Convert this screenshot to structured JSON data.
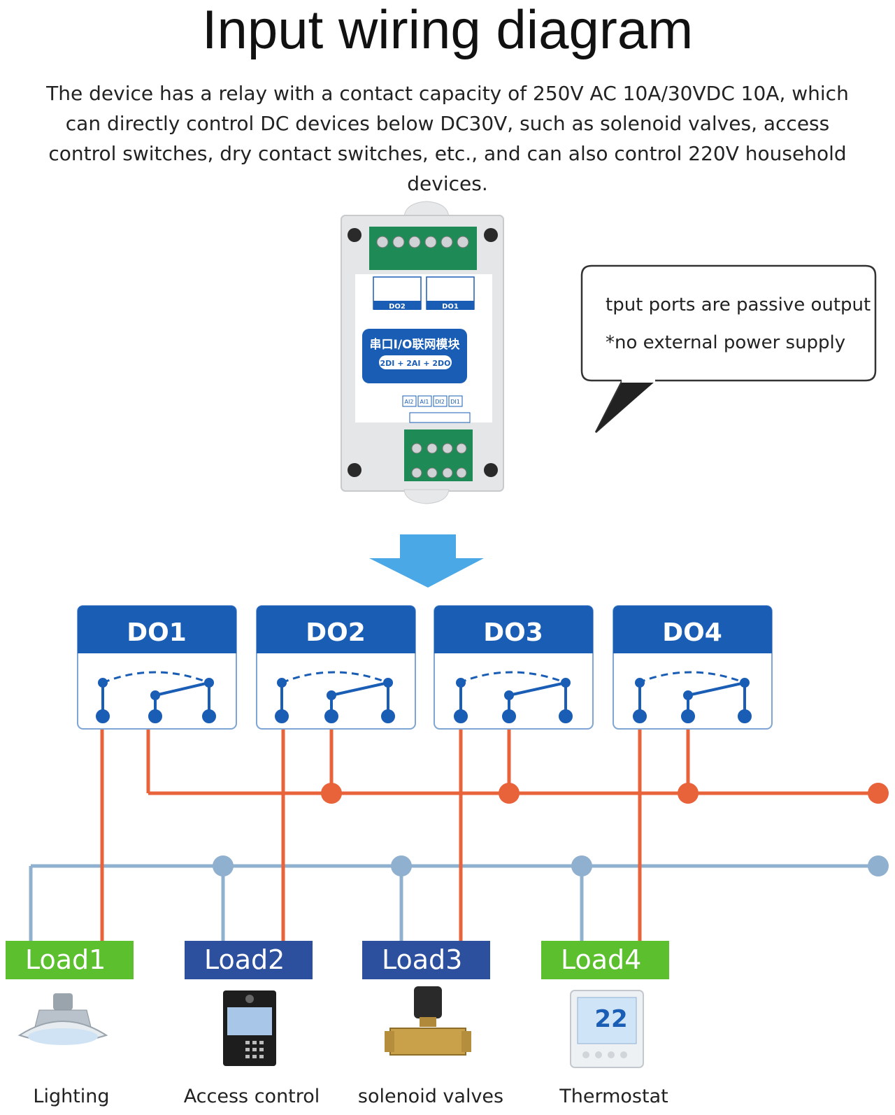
{
  "title": "Input wiring diagram",
  "description": "The device has a relay with a contact capacity of 250V AC 10A/30VDC 10A, which can directly control DC devices below DC30V, such as solenoid valves, access control switches, dry contact switches, etc., and can also control 220V household devices.",
  "module": {
    "name_cn": "串口I/O联网模块",
    "spec": "2DI + 2AI + 2DO",
    "relay_labels": [
      "DO2",
      "DO1"
    ],
    "port_labels": [
      "AI2",
      "AI1",
      "DI2",
      "DI1"
    ]
  },
  "callout": {
    "line1": "tput ports are passive output",
    "line2": "*no external power supply"
  },
  "relays": [
    {
      "label": "DO1"
    },
    {
      "label": "DO2"
    },
    {
      "label": "DO3"
    },
    {
      "label": "DO4"
    }
  ],
  "loads": [
    {
      "label": "Load1",
      "device": "Lighting",
      "color": "#5bbf2e"
    },
    {
      "label": "Load2",
      "device": "Access control",
      "color": "#2c4f9e"
    },
    {
      "label": "Load3",
      "device": "solenoid valves",
      "color": "#2c4f9e"
    },
    {
      "label": "Load4",
      "device": "Thermostat",
      "color": "#5bbf2e"
    }
  ],
  "thermostat_reading": "22",
  "colors": {
    "relay_header": "#1a5db5",
    "orange_wire": "#e8623a",
    "blue_wire": "#8fb0cf",
    "arrow": "#4aa8e6"
  }
}
